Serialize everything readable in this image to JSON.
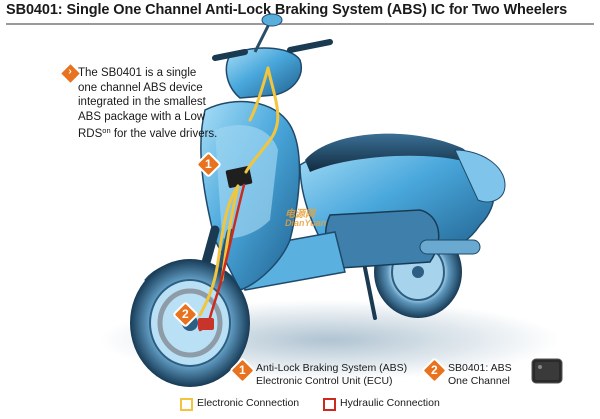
{
  "title": "SB0401: Single One Channel Anti-Lock Braking System (ABS) IC for Two Wheelers",
  "intro": {
    "line1": "The SB0401 is a single",
    "line2": "one channel ABS device",
    "line3": "integrated in the smallest",
    "line4": "ABS package with a Low",
    "line5_pre": "RDS",
    "line5_sup": "on",
    "line5_post": " for the valve drivers."
  },
  "callouts": {
    "one": "1",
    "two": "2"
  },
  "legend": {
    "item1_number": "1",
    "item1_line1": "Anti-Lock Braking System (ABS)",
    "item1_line2": "Electronic Control Unit (ECU)",
    "item2_number": "2",
    "item2_line1": "SB0401: ABS",
    "item2_line2": "One Channel",
    "electronic_label": "Electronic Connection",
    "hydraulic_label": "Hydraulic Connection"
  },
  "watermark": {
    "cn": "电源网",
    "en": "DianYuan"
  },
  "colors": {
    "accent": "#e8721e",
    "electronic": "#f2c53d",
    "hydraulic": "#cc2a1f",
    "scooter_body": "#58b6e6"
  }
}
